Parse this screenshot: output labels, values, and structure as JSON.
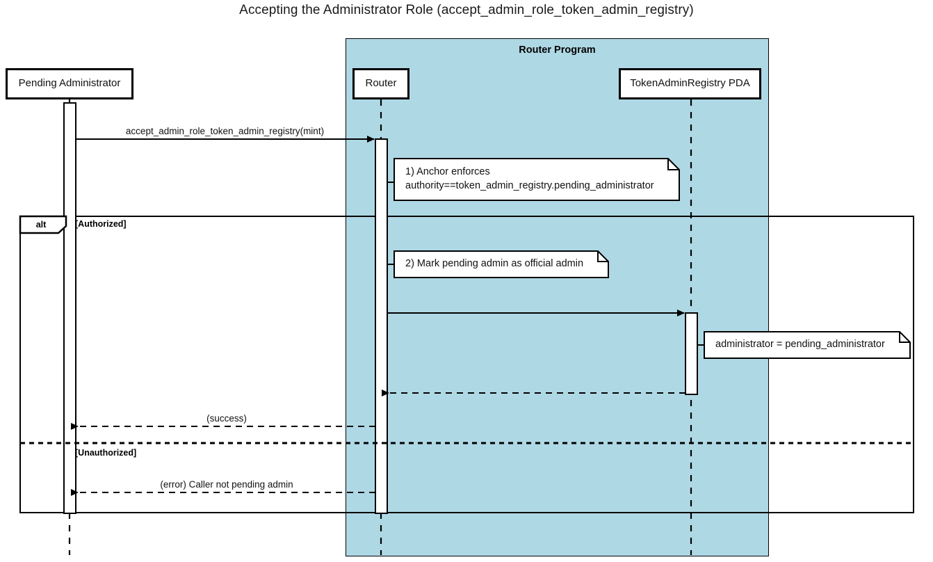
{
  "diagram": {
    "type": "uml-sequence-diagram",
    "title": "Accepting the Administrator Role (accept_admin_role_token_admin_registry)",
    "colors": {
      "package_fill": "#AFD8E5",
      "background": "#FFFFFF",
      "stroke": "#000000",
      "note_fill": "#FFFFFF"
    }
  },
  "package": {
    "label": "Router Program"
  },
  "participants": [
    {
      "id": "pending-administrator",
      "label": "Pending Administrator"
    },
    {
      "id": "router",
      "label": "Router"
    },
    {
      "id": "token-admin-registry-pda",
      "label": "TokenAdminRegistry PDA"
    }
  ],
  "fragment": {
    "operator": "alt",
    "guards": [
      {
        "id": "authorized",
        "label": "[Authorized]"
      },
      {
        "id": "unauthorized",
        "label": "[Unauthorized]"
      }
    ]
  },
  "messages": [
    {
      "id": "msg-accept-admin-role",
      "label": "accept_admin_role_token_admin_registry(mint)",
      "from": "pending-administrator",
      "to": "router",
      "kind": "sync-call"
    },
    {
      "id": "msg-set-administrator",
      "label": "",
      "from": "router",
      "to": "token-admin-registry-pda",
      "kind": "sync-call"
    },
    {
      "id": "msg-pda-return",
      "label": "",
      "from": "token-admin-registry-pda",
      "to": "router",
      "kind": "return"
    },
    {
      "id": "msg-success",
      "label": "(success)",
      "from": "router",
      "to": "pending-administrator",
      "kind": "return"
    },
    {
      "id": "msg-error",
      "label": "(error) Caller not pending admin",
      "from": "router",
      "to": "pending-administrator",
      "kind": "return"
    }
  ],
  "notes": [
    {
      "id": "note-anchor-enforces",
      "text": "1) Anchor enforces\nauthority==token_admin_registry.pending_administrator",
      "attached_to": "router"
    },
    {
      "id": "note-mark-pending-admin",
      "text": "2) Mark pending admin as official admin",
      "attached_to": "router"
    },
    {
      "id": "note-administrator-assignment",
      "text": "administrator = pending_administrator",
      "attached_to": "token-admin-registry-pda"
    }
  ]
}
